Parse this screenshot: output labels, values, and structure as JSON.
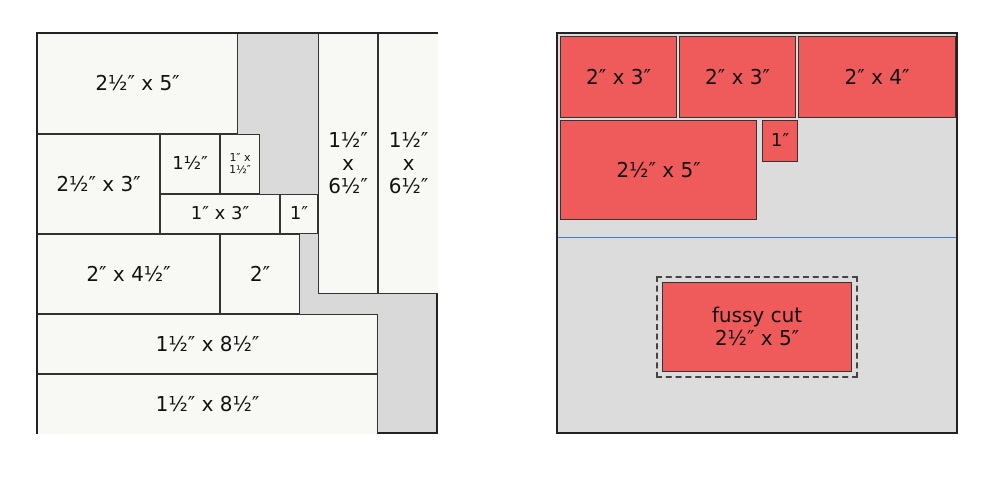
{
  "left": {
    "pieces": [
      {
        "label": "2½″ x 5″"
      },
      {
        "label": "2½″ x 3″"
      },
      {
        "label": "1½″"
      },
      {
        "label": "1″ x\n1½″"
      },
      {
        "label": "1″ x 3″"
      },
      {
        "label": "1″"
      },
      {
        "label": "2″ x 4½″"
      },
      {
        "label": "2″"
      },
      {
        "label": "1½″\nx\n6½″"
      },
      {
        "label": "1½″\nx\n6½″"
      },
      {
        "label": "1½″ x 8½″"
      },
      {
        "label": "1½″ x 8½″"
      }
    ]
  },
  "right": {
    "pieces": [
      {
        "label": "2″ x 3″"
      },
      {
        "label": "2″ x 3″"
      },
      {
        "label": "2″ x 4″"
      },
      {
        "label": "2½″ x 5″"
      },
      {
        "label": "1″"
      }
    ],
    "fussy": {
      "label": "fussy cut\n2½″ x 5″"
    }
  },
  "colors": {
    "red": "#ef5a5a",
    "gray": "#dadada",
    "cream": "#f8f8f5",
    "line": "#3b7fd1"
  }
}
